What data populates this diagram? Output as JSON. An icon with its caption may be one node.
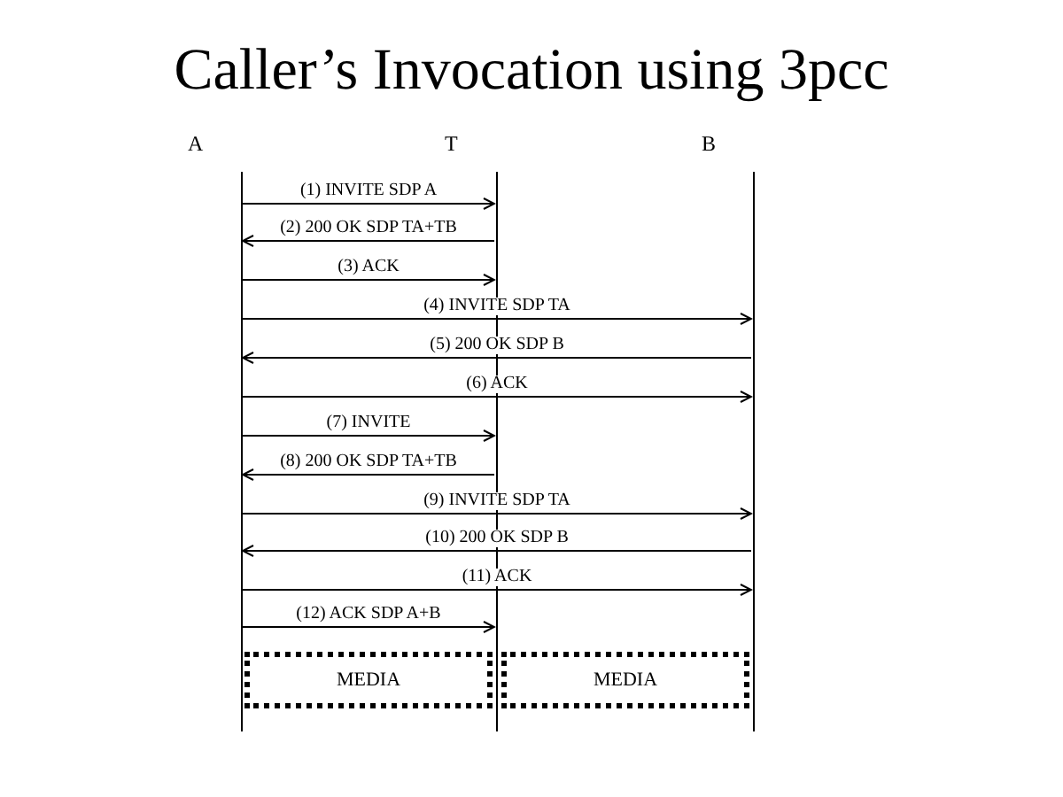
{
  "diagram": {
    "title": "Caller’s Invocation using 3pcc",
    "nodes": [
      {
        "text": [
          "A"
        ]
      },
      {
        "text": [
          "T"
        ]
      },
      {
        "text": [
          "B"
        ]
      },
      {
        "text": [
          "MEDIA"
        ]
      },
      {
        "text": [
          "MEDIA"
        ]
      }
    ],
    "edges": [
      {
        "from": 0,
        "to": 1,
        "arrow": "to",
        "label": "(1) INVITE SDP A"
      },
      {
        "from": 1,
        "to": 0,
        "arrow": "to",
        "label": "(2) 200 OK SDP TA+TB"
      },
      {
        "from": 0,
        "to": 1,
        "arrow": "to",
        "label": "(3) ACK"
      },
      {
        "from": 0,
        "to": 2,
        "arrow": "to",
        "label": "(4) INVITE SDP TA"
      },
      {
        "from": 2,
        "to": 0,
        "arrow": "to",
        "label": "(5) 200 OK SDP B"
      },
      {
        "from": 0,
        "to": 2,
        "arrow": "to",
        "label": "(6) ACK"
      },
      {
        "from": 0,
        "to": 1,
        "arrow": "to",
        "label": "(7) INVITE"
      },
      {
        "from": 1,
        "to": 0,
        "arrow": "to",
        "label": "(8) 200 OK SDP TA+TB"
      },
      {
        "from": 0,
        "to": 2,
        "arrow": "to",
        "label": "(9) INVITE SDP TA"
      },
      {
        "from": 2,
        "to": 0,
        "arrow": "to",
        "label": "(10) 200 OK SDP B"
      },
      {
        "from": 0,
        "to": 2,
        "arrow": "to",
        "label": "(11) ACK"
      },
      {
        "from": 0,
        "to": 1,
        "arrow": "to",
        "label": "(12) ACK SDP A+B"
      }
    ]
  }
}
